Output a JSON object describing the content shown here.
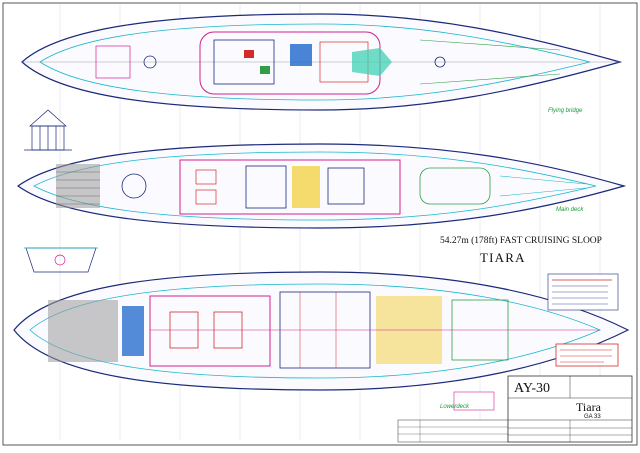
{
  "drawing": {
    "title": "54.27m (178ft) FAST CRUISING SLOOP",
    "name": "TIARA"
  },
  "decks": {
    "flybridge": "Flying bridge",
    "main": "Main deck",
    "lower": "Lowerdeck"
  },
  "title_block": {
    "code": "AY-30",
    "name": "Tiara",
    "sub": "GA 33"
  },
  "colors": {
    "hull_line": "#1b2a7a",
    "cyan_structure": "#19b7c9",
    "magenta_systems": "#d0208f",
    "red_detail": "#d42a2a",
    "green_detail": "#2f9e44",
    "yellow_zone": "#f4d24a",
    "grey_deck": "#8a8a8a"
  }
}
